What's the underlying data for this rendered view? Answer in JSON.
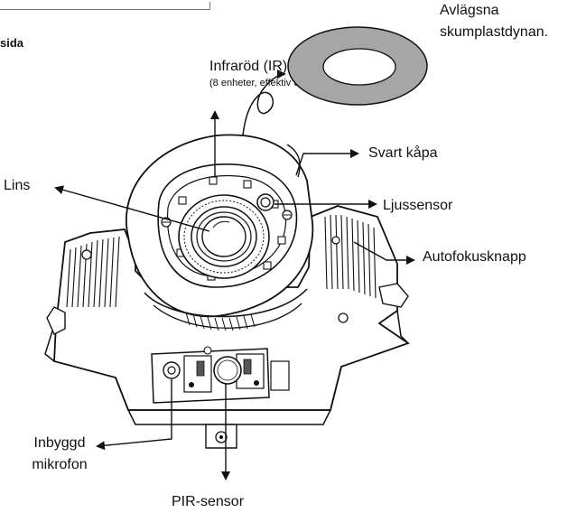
{
  "section_label": "sida",
  "foam_pad_note": {
    "line1": "Avlägsna",
    "line2": "skumplastdynan."
  },
  "callouts": {
    "ir_led": "Infraröd (IR) LED",
    "ir_led_detail": "(8 enheter, effektiv upp till 15m)",
    "lens": "Lins",
    "black_cover": "Svart kåpa",
    "light_sensor": "Ljussensor",
    "autofocus_button": "Autofokusknapp",
    "microphone_line1": "Inbyggd",
    "microphone_line2": "mikrofon",
    "pir_sensor": "PIR-sensor"
  },
  "colors": {
    "foam_pad": "#a6a6a6",
    "line": "#111111"
  }
}
